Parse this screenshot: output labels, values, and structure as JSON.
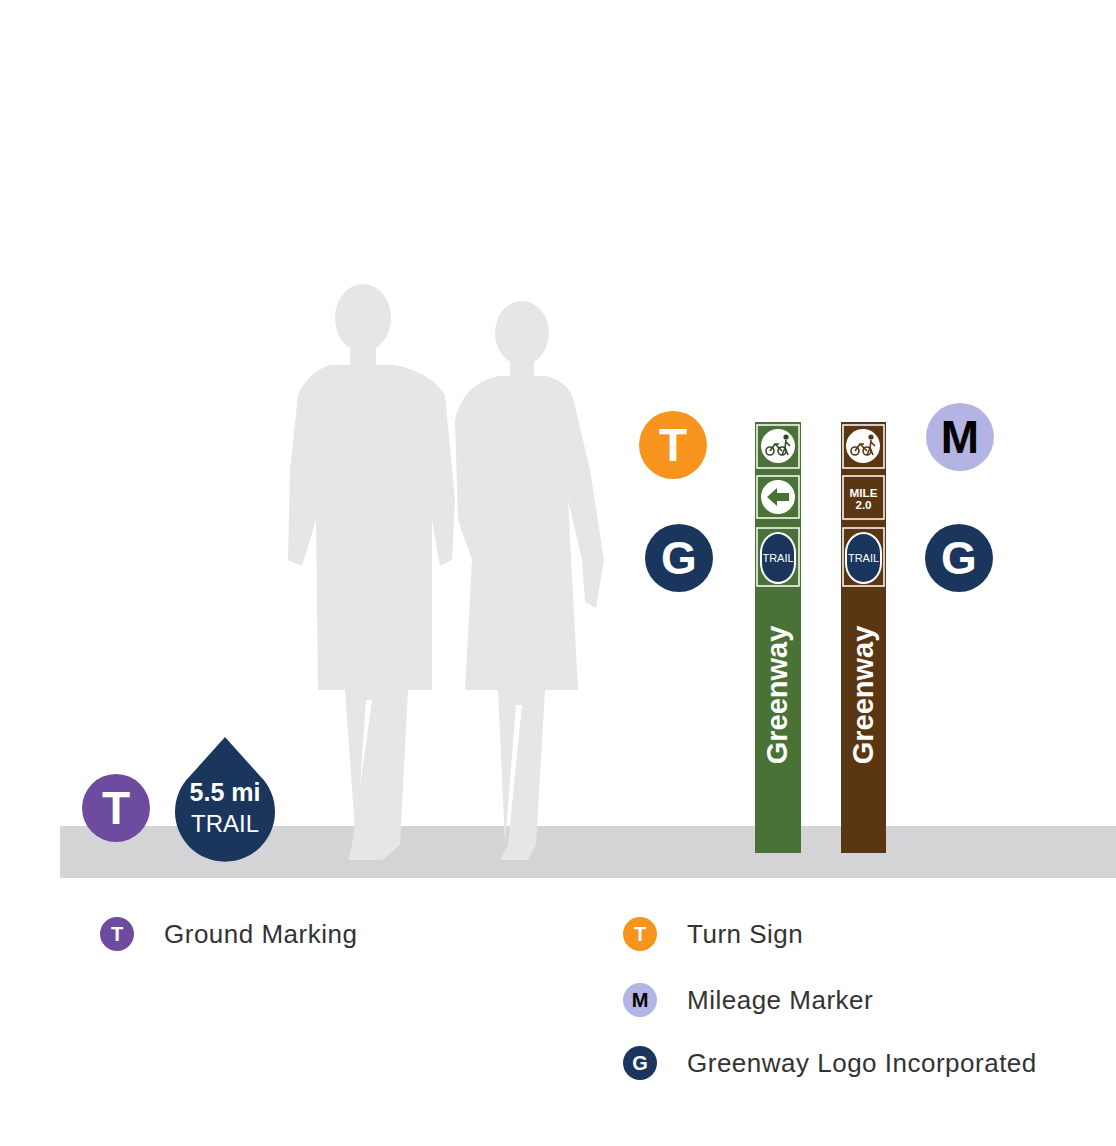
{
  "diagram": {
    "nodes": [
      {
        "text": [
          "T"
        ]
      },
      {
        "text": [
          "Greenway"
        ]
      },
      {
        "text": [
          "TRAIL"
        ],
        "in": 1
      },
      {
        "text": [
          "Greenway"
        ]
      },
      {
        "text": [
          "MILE 2.0"
        ],
        "in": 3
      },
      {
        "text": [
          "TRAIL"
        ],
        "in": 3
      },
      {
        "text": [
          "M"
        ]
      },
      {
        "text": [
          "G"
        ]
      },
      {
        "text": [
          "G"
        ]
      },
      {
        "text": [
          "T"
        ]
      },
      {
        "text": [
          "5.5 mi",
          "TRAIL"
        ]
      }
    ],
    "labels": [
      "T",
      "T",
      "M",
      "G"
    ],
    "legend": [
      {
        "text": "Ground Marking",
        "color": "#6d4c9f"
      },
      {
        "text": "Turn Sign",
        "color": "#f7941d"
      },
      {
        "text": "Mileage Marker",
        "color": "#b4b4e4"
      },
      {
        "text": "Greenway Logo Incorporated",
        "color": "#1b365d"
      }
    ]
  }
}
